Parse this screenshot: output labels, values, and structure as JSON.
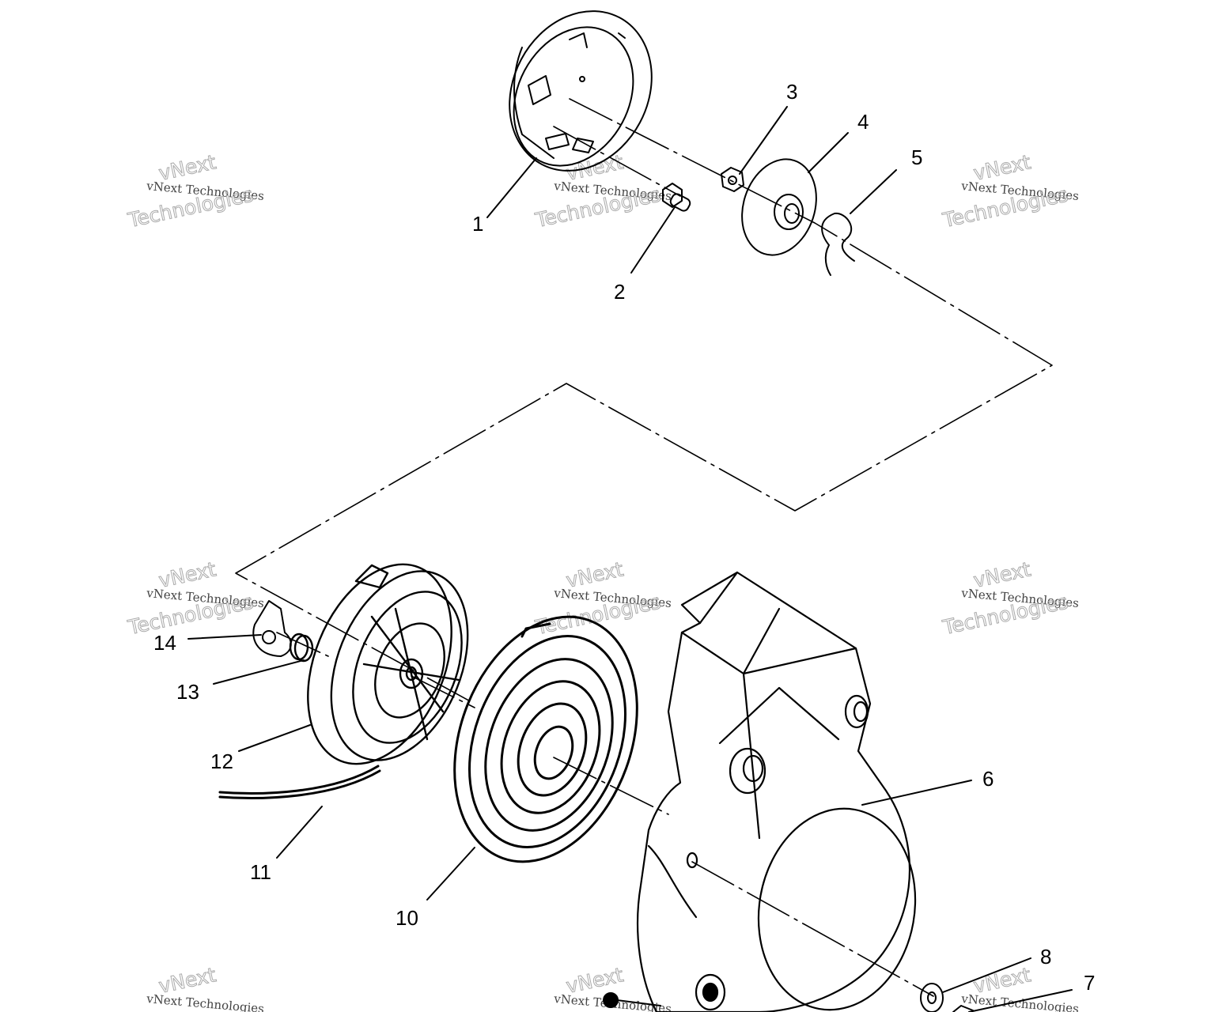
{
  "callouts": [
    {
      "id": "1",
      "label": "1"
    },
    {
      "id": "2",
      "label": "2"
    },
    {
      "id": "3",
      "label": "3"
    },
    {
      "id": "4",
      "label": "4"
    },
    {
      "id": "5",
      "label": "5"
    },
    {
      "id": "6",
      "label": "6"
    },
    {
      "id": "7",
      "label": "7"
    },
    {
      "id": "8",
      "label": "8"
    },
    {
      "id": "10",
      "label": "10"
    },
    {
      "id": "11",
      "label": "11"
    },
    {
      "id": "12",
      "label": "12"
    },
    {
      "id": "13",
      "label": "13"
    },
    {
      "id": "14",
      "label": "14"
    }
  ],
  "watermark": {
    "line1": "vNext Technologies",
    "line2": "vNext",
    "line3": "Technologies"
  },
  "colors": {
    "ink": "#000000",
    "watermark": "#aaaaaa",
    "background": "#ffffff"
  }
}
